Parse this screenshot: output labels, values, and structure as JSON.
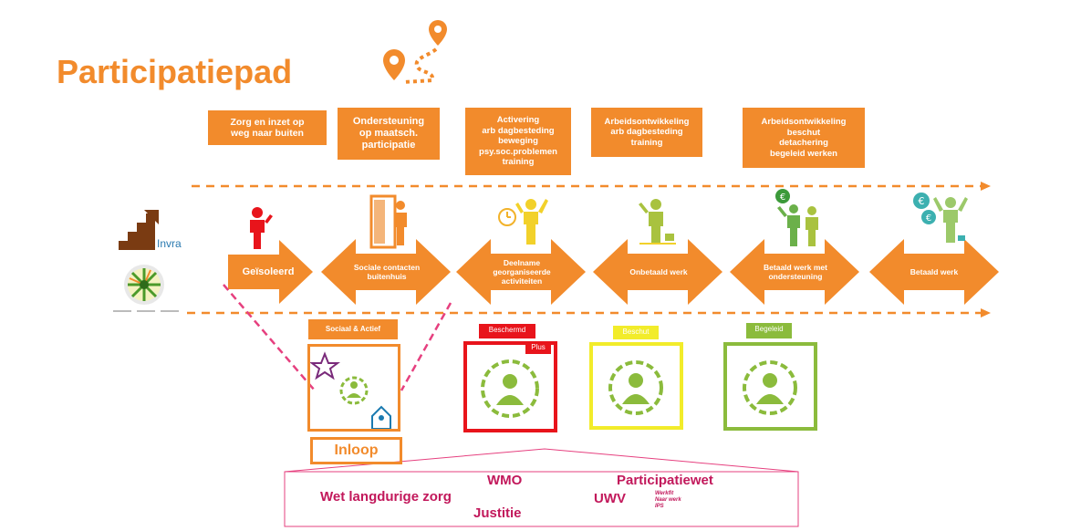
{
  "title": "Participatiepad",
  "logo": {
    "text": "Invra"
  },
  "stage_boxes": [
    {
      "lines": [
        "Zorg en inzet op",
        "weg naar buiten"
      ]
    },
    {
      "lines": [
        "Ondersteuning",
        "op maatsch.",
        "participatie"
      ]
    },
    {
      "lines": [
        "Activering",
        "arb dagbesteding",
        "beweging",
        "psy.soc.problemen",
        "training"
      ]
    },
    {
      "lines": [
        "Arbeidsontwikkeling",
        "arb dagbesteding",
        "training"
      ]
    },
    {
      "lines": [
        "Arbeidsontwikkeling",
        "beschut",
        "detachering",
        "begeleid werken"
      ]
    }
  ],
  "arrows": [
    {
      "lines": [
        "Geïsoleerd"
      ]
    },
    {
      "lines": [
        "Sociale contacten",
        "buitenhuis"
      ]
    },
    {
      "lines": [
        "Deelname",
        "georganiseerde",
        "activiteiten"
      ]
    },
    {
      "lines": [
        "Onbetaald werk"
      ]
    },
    {
      "lines": [
        "Betaald werk met",
        "ondersteuning"
      ]
    },
    {
      "lines": [
        "Betaald werk"
      ]
    }
  ],
  "categories": {
    "sociaal": "Sociaal & Actief",
    "inloop": "Inloop",
    "beschermd": "Beschermd",
    "plus": "Plus",
    "beschut": "Beschut",
    "begeleid": "Begeleid"
  },
  "laws": {
    "wmo": "WMO",
    "participatiewet": "Participatiewet",
    "wlz": "Wet langdurige zorg",
    "uwv": "UWV",
    "justitie": "Justitie",
    "uwv_sub": [
      "Werkfit",
      "Naar werk",
      "IPS"
    ]
  },
  "colors": {
    "orange": "#f28b2c",
    "red": "#e8141b",
    "yellow": "#f2ec2a",
    "green": "#8bbb3c",
    "icon_green": "#8bbb3c",
    "pink": "#e6407f",
    "law_text": "#c2185b"
  }
}
